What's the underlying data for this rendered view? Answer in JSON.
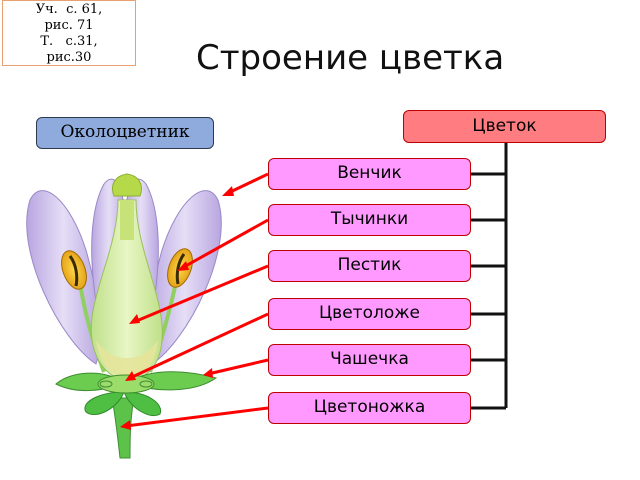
{
  "reference": {
    "line1": "Уч.  с. 61,",
    "line2": "рис. 71",
    "line3": "Т.   с.31,",
    "line4": "рис.30"
  },
  "title": "Строение цветка",
  "perianth_label": "Околоцветник",
  "root_label": "Цветок",
  "parts": [
    "Венчик",
    "Тычинки",
    "Пестик",
    "Цветоложе",
    "Чашечка",
    "Цветоножка"
  ],
  "colors": {
    "root_fill": "#ff7c80",
    "part_fill": "#ff99ff",
    "perianth_fill": "#8faadc",
    "arrow": "#ff0000",
    "petal": "#c9b8e8"
  }
}
